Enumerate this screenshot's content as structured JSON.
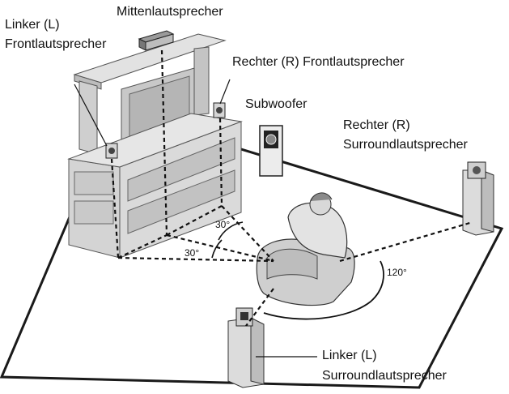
{
  "labels": {
    "center": "Mittenlautsprecher",
    "front_left_line1": "Linker (L)",
    "front_left_line2": "Frontlautsprecher",
    "front_right": "Rechter (R) Frontlautsprecher",
    "subwoofer": "Subwoofer",
    "surround_right_line1": "Rechter (R)",
    "surround_right_line2": "Surroundlautsprecher",
    "surround_left_line1": "Linker (L)",
    "surround_left_line2": "Surroundlautsprecher"
  },
  "angles": {
    "front_upper": "30°",
    "front_lower": "30°",
    "rear": "120°"
  },
  "colors": {
    "furniture_fill": "#d4d4d4",
    "furniture_dark": "#a9a9a9",
    "outline": "#1a1a1a",
    "guide_line": "#111111"
  }
}
